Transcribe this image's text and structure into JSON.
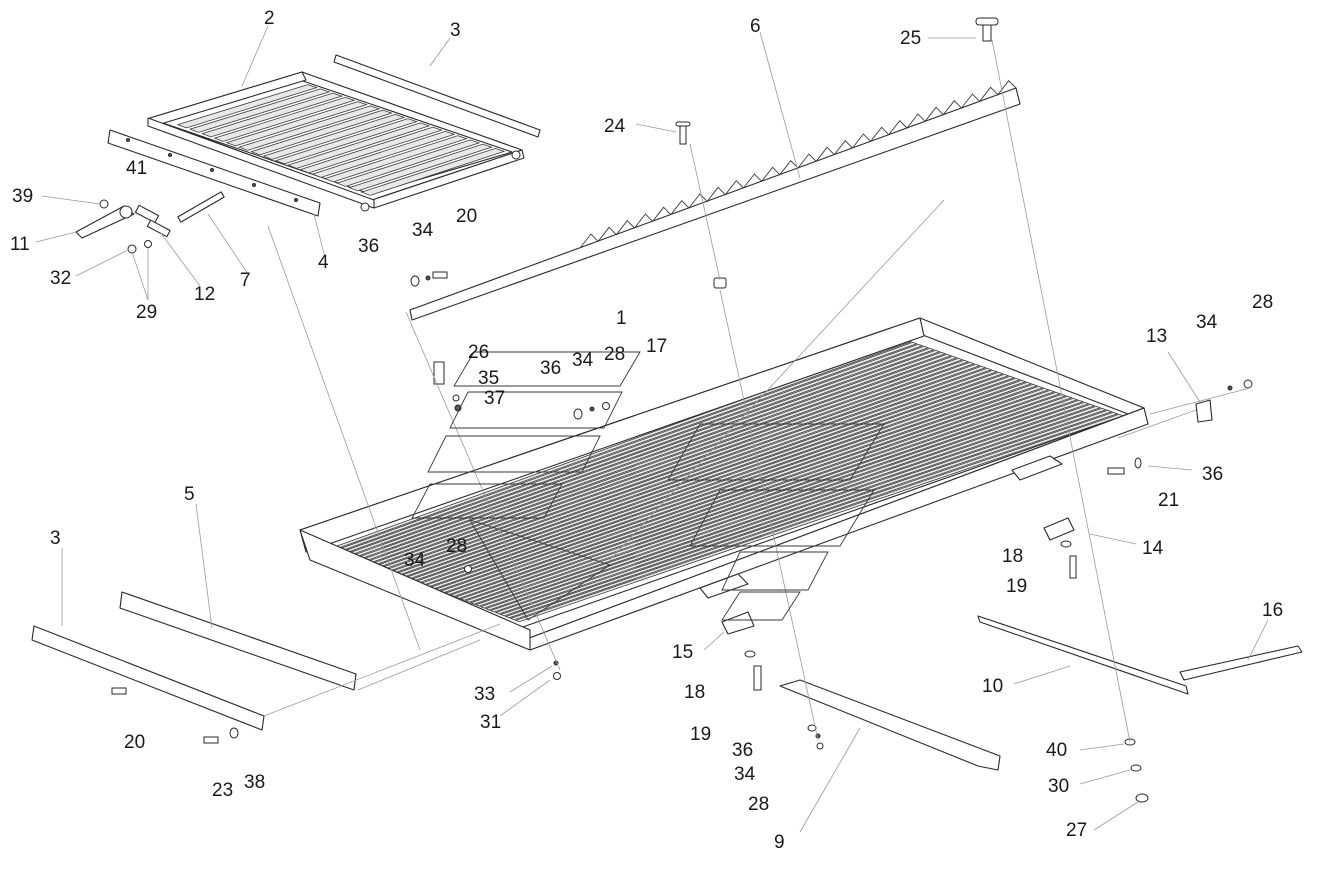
{
  "diagram": {
    "type": "exploded-assembly-drawing",
    "callouts": [
      {
        "id": "c-2",
        "text": "2"
      },
      {
        "id": "c-3a",
        "text": "3"
      },
      {
        "id": "c-6",
        "text": "6"
      },
      {
        "id": "c-25",
        "text": "25"
      },
      {
        "id": "c-24",
        "text": "24"
      },
      {
        "id": "c-39",
        "text": "39"
      },
      {
        "id": "c-41",
        "text": "41"
      },
      {
        "id": "c-11",
        "text": "11"
      },
      {
        "id": "c-32",
        "text": "32"
      },
      {
        "id": "c-29",
        "text": "29"
      },
      {
        "id": "c-12",
        "text": "12"
      },
      {
        "id": "c-7",
        "text": "7"
      },
      {
        "id": "c-4",
        "text": "4"
      },
      {
        "id": "c-36a",
        "text": "36"
      },
      {
        "id": "c-34a",
        "text": "34"
      },
      {
        "id": "c-20a",
        "text": "20"
      },
      {
        "id": "c-1",
        "text": "1"
      },
      {
        "id": "c-17",
        "text": "17"
      },
      {
        "id": "c-26",
        "text": "26"
      },
      {
        "id": "c-35",
        "text": "35"
      },
      {
        "id": "c-37",
        "text": "37"
      },
      {
        "id": "c-36b",
        "text": "36"
      },
      {
        "id": "c-34b",
        "text": "34"
      },
      {
        "id": "c-28a",
        "text": "28"
      },
      {
        "id": "c-13",
        "text": "13"
      },
      {
        "id": "c-34c",
        "text": "34"
      },
      {
        "id": "c-28b",
        "text": "28"
      },
      {
        "id": "c-36c",
        "text": "36"
      },
      {
        "id": "c-21",
        "text": "21"
      },
      {
        "id": "c-14",
        "text": "14"
      },
      {
        "id": "c-18a",
        "text": "18"
      },
      {
        "id": "c-19a",
        "text": "19"
      },
      {
        "id": "c-5",
        "text": "5"
      },
      {
        "id": "c-3b",
        "text": "3"
      },
      {
        "id": "c-34d",
        "text": "34"
      },
      {
        "id": "c-28c",
        "text": "28"
      },
      {
        "id": "c-16",
        "text": "16"
      },
      {
        "id": "c-10",
        "text": "10"
      },
      {
        "id": "c-15",
        "text": "15"
      },
      {
        "id": "c-18b",
        "text": "18"
      },
      {
        "id": "c-33",
        "text": "33"
      },
      {
        "id": "c-31",
        "text": "31"
      },
      {
        "id": "c-19b",
        "text": "19"
      },
      {
        "id": "c-36d",
        "text": "36"
      },
      {
        "id": "c-34e",
        "text": "34"
      },
      {
        "id": "c-28d",
        "text": "28"
      },
      {
        "id": "c-9",
        "text": "9"
      },
      {
        "id": "c-20b",
        "text": "20"
      },
      {
        "id": "c-23",
        "text": "23"
      },
      {
        "id": "c-38",
        "text": "38"
      },
      {
        "id": "c-40",
        "text": "40"
      },
      {
        "id": "c-30",
        "text": "30"
      },
      {
        "id": "c-27",
        "text": "27"
      }
    ]
  }
}
